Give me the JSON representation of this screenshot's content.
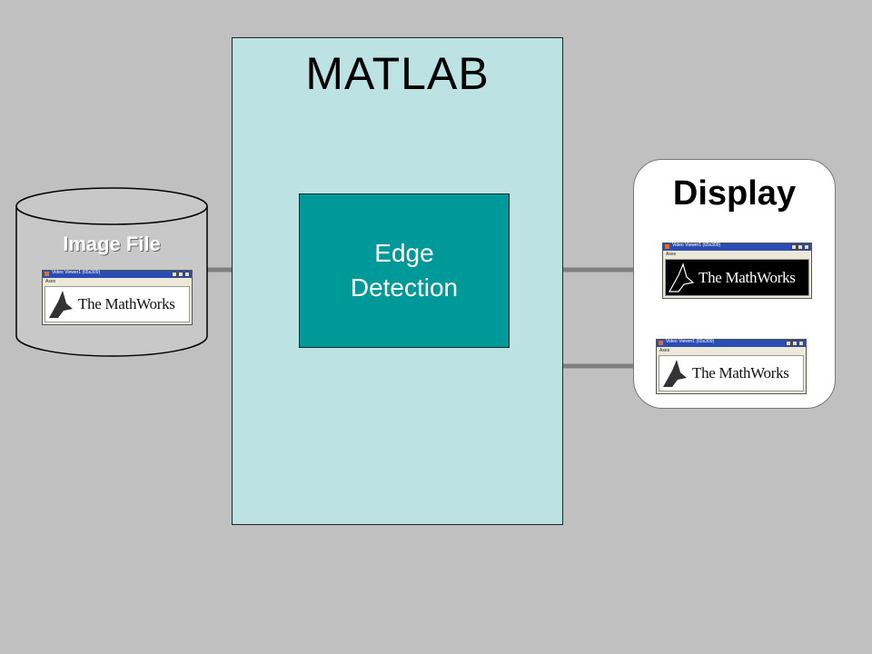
{
  "diagram": {
    "matlab_title": "MATLAB",
    "edge_detection_label": "Edge\nDetection",
    "display_title": "Display",
    "image_file_label": "Image File"
  },
  "viewers": {
    "window_title": "Video Viewer1 (65x309)",
    "menu_label": "Axes",
    "logo_text": "The MathWorks"
  },
  "colors": {
    "background": "#c0c0c0",
    "matlab_panel": "#bde2e4",
    "edge_block": "#009999",
    "arrow": "#808080"
  }
}
